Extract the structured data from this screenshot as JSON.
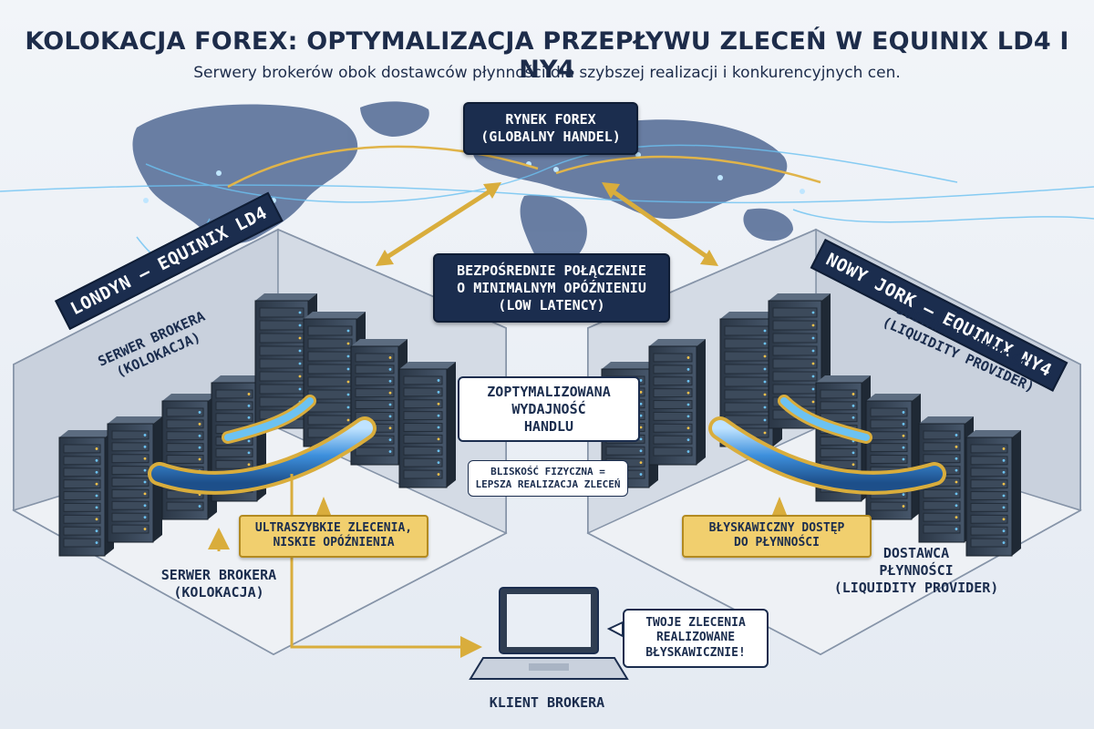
{
  "header": {
    "title": "KOLOKACJA FOREX: OPTYMALIZACJA PRZEPŁYWU ZLECEŃ W EQUINIX LD4 I NY4",
    "subtitle": "Serwery brokerów obok dostawców płynności dla szybszej realizacji i konkurencyjnych cen."
  },
  "market": {
    "line1": "RYNEK FOREX",
    "line2": "(GLOBALNY HANDEL)"
  },
  "connection": {
    "line1": "BEZPOŚREDNIE POŁĄCZENIE",
    "line2": "O MINIMALNYM OPÓŹNIENIU",
    "line3": "(LOW LATENCY)"
  },
  "performance": {
    "line1": "ZOPTYMALIZOWANA",
    "line2": "WYDAJNOŚĆ",
    "line3": "HANDLU"
  },
  "proximity": {
    "line1": "BLISKOŚĆ FIZYCZNA =",
    "line2": "LEPSZA REALIZACJA ZLECEŃ"
  },
  "london": {
    "banner": "LONDYN — EQUINIX LD4",
    "server_top": {
      "line1": "SERWER BROKERA",
      "line2": "(KOLOKACJA)"
    },
    "speed": {
      "line1": "ULTRASZYBKIE ZLECENIA,",
      "line2": "NISKIE OPÓŹNIENIA"
    },
    "server_bottom": {
      "line1": "SERWER BROKERA",
      "line2": "(KOLOKACJA)"
    }
  },
  "newyork": {
    "banner": "NOWY JORK — EQUINIX NY4",
    "provider_top": {
      "line1": "DOSTAWCA PŁYNNOŚCI",
      "line2": "(LIQUIDITY PROVIDER)"
    },
    "access": {
      "line1": "BŁYSKAWICZNY DOSTĘP",
      "line2": "DO PŁYNNOŚCI"
    },
    "provider_bottom": {
      "line1": "DOSTAWCA",
      "line2": "PŁYNNOŚCI",
      "line3": "(LIQUIDITY PROVIDER)"
    }
  },
  "client": {
    "label": "KLIENT BROKERA",
    "bubble": {
      "line1": "TWOJE ZLECENIA",
      "line2": "REALIZOWANE",
      "line3": "BŁYSKAWICZNIE!"
    }
  },
  "colors": {
    "navy": "#1b2d4e",
    "gold": "#f1cf6e",
    "gold_dark": "#b38a20",
    "map_land": "#5a7199",
    "rack": "#33414f",
    "pipe_blue": "#4aa3e6",
    "pipe_gold": "#e8c25a"
  },
  "icons": [
    "server-rack-icon",
    "laptop-icon",
    "world-map-icon",
    "speech-bubble-icon"
  ]
}
